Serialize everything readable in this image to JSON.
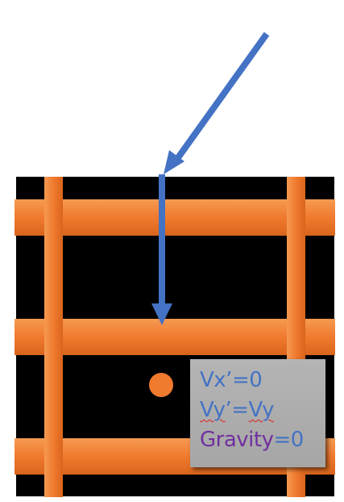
{
  "colors": {
    "background": "#ffffff",
    "box_fill": "#000000",
    "bar": "#f07a2e",
    "ball": "#f07a2e",
    "arrow": "#4472c4",
    "equation_blue": "#4472c4",
    "equation_purple": "#7030a0"
  },
  "equations": {
    "line1": "Vx’=0",
    "line2_part1": "Vy",
    "line2_part2": "’=",
    "line2_part3": "Vy",
    "line3_label": "Gravity",
    "line3_value": "=0"
  }
}
